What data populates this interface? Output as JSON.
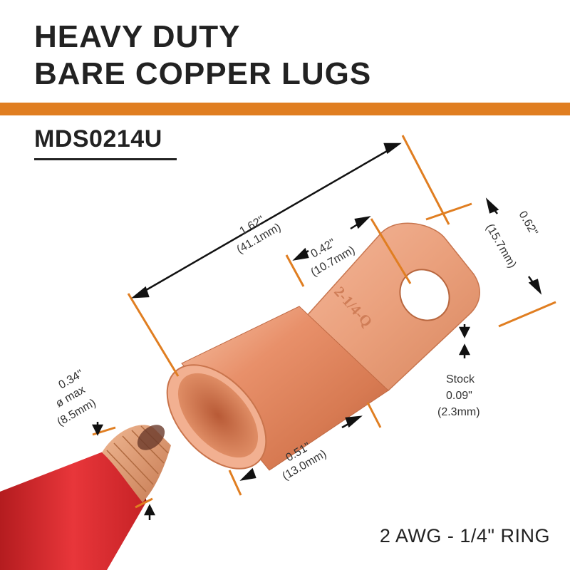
{
  "header": {
    "title_line1": "HEAVY DUTY",
    "title_line2": "BARE COPPER LUGS",
    "model": "MDS0214U"
  },
  "dimensions": {
    "length": {
      "inch": "1.62\"",
      "mm": "(41.1mm)"
    },
    "tongue_length": {
      "inch": "0.42\"",
      "mm": "(10.7mm)"
    },
    "width": {
      "inch": "0.62\"",
      "mm": "(15.7mm)"
    },
    "barrel_length": {
      "inch": "0.51\"",
      "mm": "(13.0mm)"
    },
    "stock": {
      "label": "Stock",
      "inch": "0.09\"",
      "mm": "(2.3mm)"
    },
    "wire_diameter": {
      "inch": "0.34\"",
      "symbol": "ø  max",
      "mm": "(8.5mm)"
    }
  },
  "lug_stamp": "2-1/4-Q",
  "footer": {
    "spec": "2 AWG - 1/4\" RING"
  },
  "colors": {
    "accent": "#e07e21",
    "copper": "#e8906a",
    "wire": "#d8282a"
  }
}
